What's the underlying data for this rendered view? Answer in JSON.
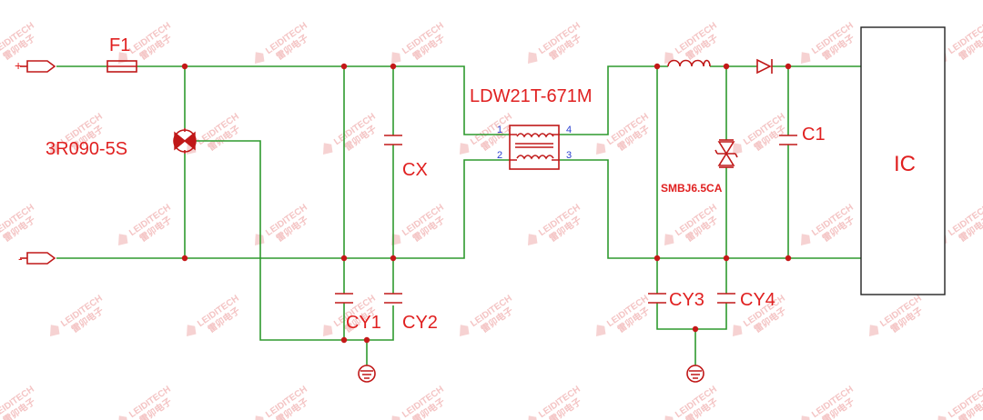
{
  "labels": {
    "plus": "+",
    "minus": "-",
    "fuse": "F1",
    "gdt": "3R090-5S",
    "cx": "CX",
    "cy1": "CY1",
    "cy2": "CY2",
    "cmc": "LDW21T-671M",
    "cmc_pin1": "1",
    "cmc_pin2": "2",
    "cmc_pin3": "3",
    "cmc_pin4": "4",
    "tvs": "SMBJ6.5CA",
    "c1": "C1",
    "cy3": "CY3",
    "cy4": "CY4",
    "ic": "IC"
  },
  "watermark": {
    "text": "LEIDITECH",
    "subtext": "雷卯电子"
  },
  "colors": {
    "wire": "#2e9a2e",
    "component": "#c01818",
    "label": "#e02020",
    "pin_number": "#2a3fd0",
    "watermark": "#f4c4c4"
  }
}
